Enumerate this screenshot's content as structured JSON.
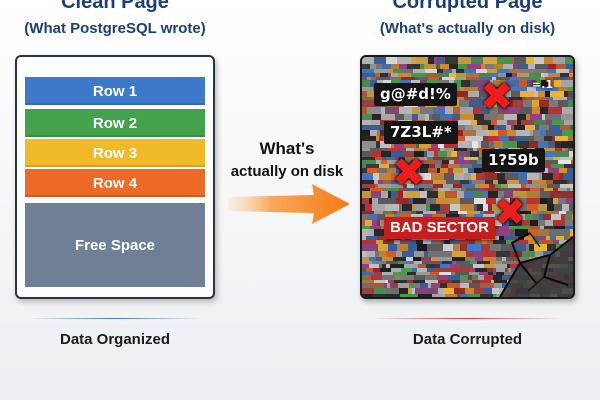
{
  "left": {
    "title": "Clean Page",
    "subtitle": "(What PostgreSQL wrote)",
    "rows": [
      {
        "label": "Row 1",
        "color": "#3d78c9"
      },
      {
        "label": "Row 2",
        "color": "#43a24b"
      },
      {
        "label": "Row 3",
        "color": "#f0b92a"
      },
      {
        "label": "Row 4",
        "color": "#ec6a26"
      }
    ],
    "free_space": {
      "label": "Free Space",
      "color": "#6e7f96"
    },
    "caption": "Data Organized",
    "underline_color": "#3d78c9"
  },
  "arrow": {
    "line1": "What's",
    "line2": "actually on disk",
    "color_start": "#fde0b0",
    "color_end": "#f47a16"
  },
  "right": {
    "title": "Corrupted Page",
    "subtitle": "(What's actually on disk)",
    "garbage_texts": [
      "g@#d!%",
      "7Z3L#*",
      "1?59b",
      "=.1"
    ],
    "bad_sector": "BAD SECTOR",
    "x_mark_icon": "x-mark-icon",
    "x_mark_color": "#ee1c1c",
    "caption": "Data Corrupted",
    "underline_color": "#e53b3b"
  },
  "colors": {
    "title": "#1c3f77",
    "panel_border": "#2c3440"
  }
}
